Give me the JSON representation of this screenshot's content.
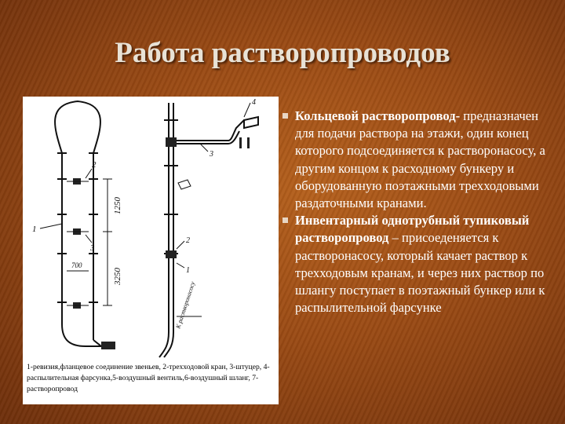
{
  "slide": {
    "title": "Работа растворопроводов",
    "figure": {
      "caption": "1-ревизия,фланцевое соединение звеньев, 2-трехходовой кран, 3-штуцер, 4-распылительная фарсунка,5-воздушный вентиль,6-воздушный шланг, 7- растворопровод",
      "left_diagram_labels": [
        "2",
        "1",
        "3",
        "1250",
        "3250",
        "700"
      ],
      "right_diagram_labels": [
        "4",
        "3",
        "2",
        "1",
        "К растворонасосу"
      ]
    },
    "bullets": [
      {
        "lead": "Кольцевой растворопровод-",
        "text": " предназначен для подачи раствора на этажи, один конец которого подсоединяется к растворонасосу, а другим концом к расходному бункеру и оборудованную поэтажными трехходовыми раздаточными кранами."
      },
      {
        "lead": "Инвентарный однотрубный тупиковый растворопровод",
        "text": " – присоеденяется к растворонасосу, который качает раствор к трехходовым кранам, и через них раствор по шлангу поступает в поэтажный бункер или к распылительной фарсунке"
      }
    ],
    "colors": {
      "background": "#9a4a14",
      "title": "#e8e2d6",
      "text": "#ffffff"
    }
  }
}
